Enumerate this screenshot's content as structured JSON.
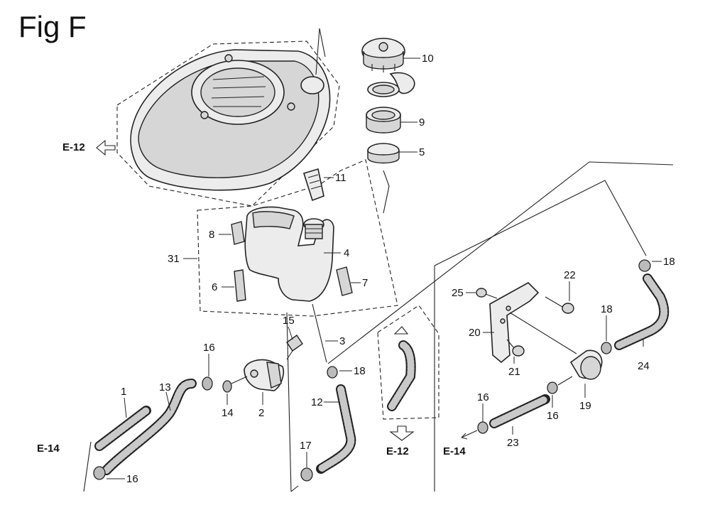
{
  "figure": {
    "title": "Fig F"
  },
  "references": [
    {
      "id": "ref-e12-left",
      "label": "E-12"
    },
    {
      "id": "ref-e12-bottom",
      "label": "E-12"
    },
    {
      "id": "ref-e14-left",
      "label": "E-14"
    },
    {
      "id": "ref-e14-right",
      "label": "E-14"
    }
  ],
  "callouts": [
    {
      "id": "c10",
      "label": "10"
    },
    {
      "id": "c9",
      "label": "9"
    },
    {
      "id": "c5",
      "label": "5"
    },
    {
      "id": "c11",
      "label": "11"
    },
    {
      "id": "c8",
      "label": "8"
    },
    {
      "id": "c31",
      "label": "31"
    },
    {
      "id": "c4",
      "label": "4"
    },
    {
      "id": "c6",
      "label": "6"
    },
    {
      "id": "c7",
      "label": "7"
    },
    {
      "id": "c3",
      "label": "3"
    },
    {
      "id": "c15",
      "label": "15"
    },
    {
      "id": "c16a",
      "label": "16"
    },
    {
      "id": "c13",
      "label": "13"
    },
    {
      "id": "c1",
      "label": "1"
    },
    {
      "id": "c14",
      "label": "14"
    },
    {
      "id": "c2",
      "label": "2"
    },
    {
      "id": "c16b",
      "label": "16"
    },
    {
      "id": "c18a",
      "label": "18"
    },
    {
      "id": "c12",
      "label": "12"
    },
    {
      "id": "c17",
      "label": "17"
    },
    {
      "id": "c18b",
      "label": "18"
    },
    {
      "id": "c22",
      "label": "22"
    },
    {
      "id": "c25",
      "label": "25"
    },
    {
      "id": "c18c",
      "label": "18"
    },
    {
      "id": "c20",
      "label": "20"
    },
    {
      "id": "c24",
      "label": "24"
    },
    {
      "id": "c21",
      "label": "21"
    },
    {
      "id": "c19",
      "label": "19"
    },
    {
      "id": "c16c",
      "label": "16"
    },
    {
      "id": "c16d",
      "label": "16"
    },
    {
      "id": "c23",
      "label": "23"
    }
  ]
}
